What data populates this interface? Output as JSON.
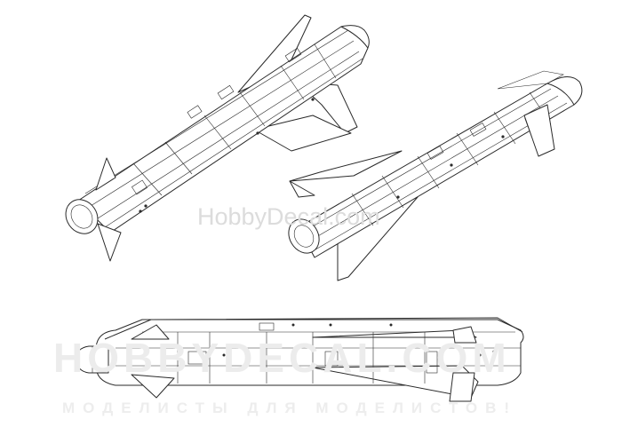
{
  "watermark": {
    "small": "HobbyDecal.com",
    "large": "HOBBYDECAL.COM",
    "tagline": "МОДЕЛИСТЫ ДЛЯ МОДЕЛИСТОВ!"
  },
  "colors": {
    "line": "#2a2a2a",
    "light_line": "#8a8a8a",
    "background": "#ffffff"
  },
  "views": [
    {
      "id": "upper-left",
      "label": ""
    },
    {
      "id": "upper-right",
      "label": ""
    },
    {
      "id": "side",
      "label": ""
    }
  ]
}
